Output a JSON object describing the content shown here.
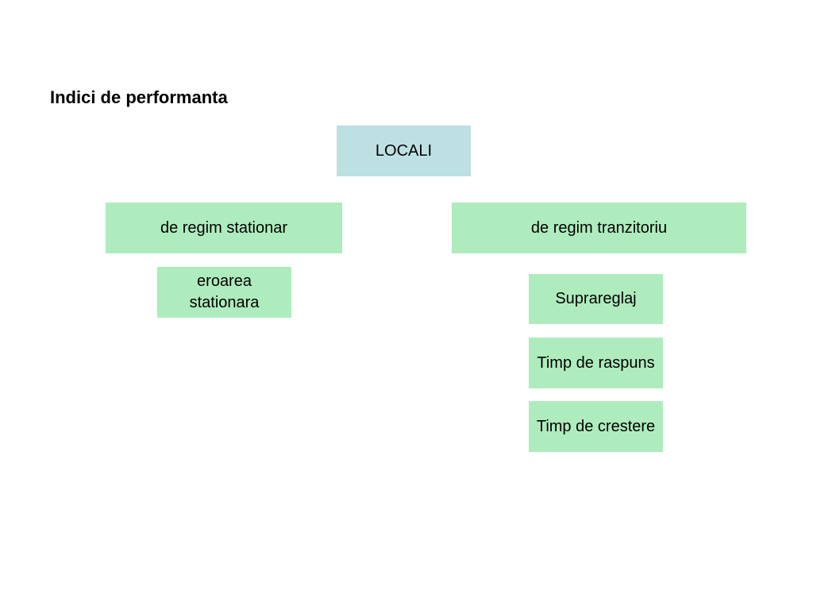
{
  "title": "Indici de performanta",
  "colors": {
    "root_box": "#bde0e3",
    "child_box": "#aeecbd"
  },
  "root": {
    "label": "LOCALI"
  },
  "branches": [
    {
      "label": "de regim stationar",
      "children": [
        "eroarea stationara"
      ]
    },
    {
      "label": "de regim tranzitoriu",
      "children": [
        "Suprareglaj",
        "Timp de raspuns",
        "Timp de crestere"
      ]
    }
  ]
}
